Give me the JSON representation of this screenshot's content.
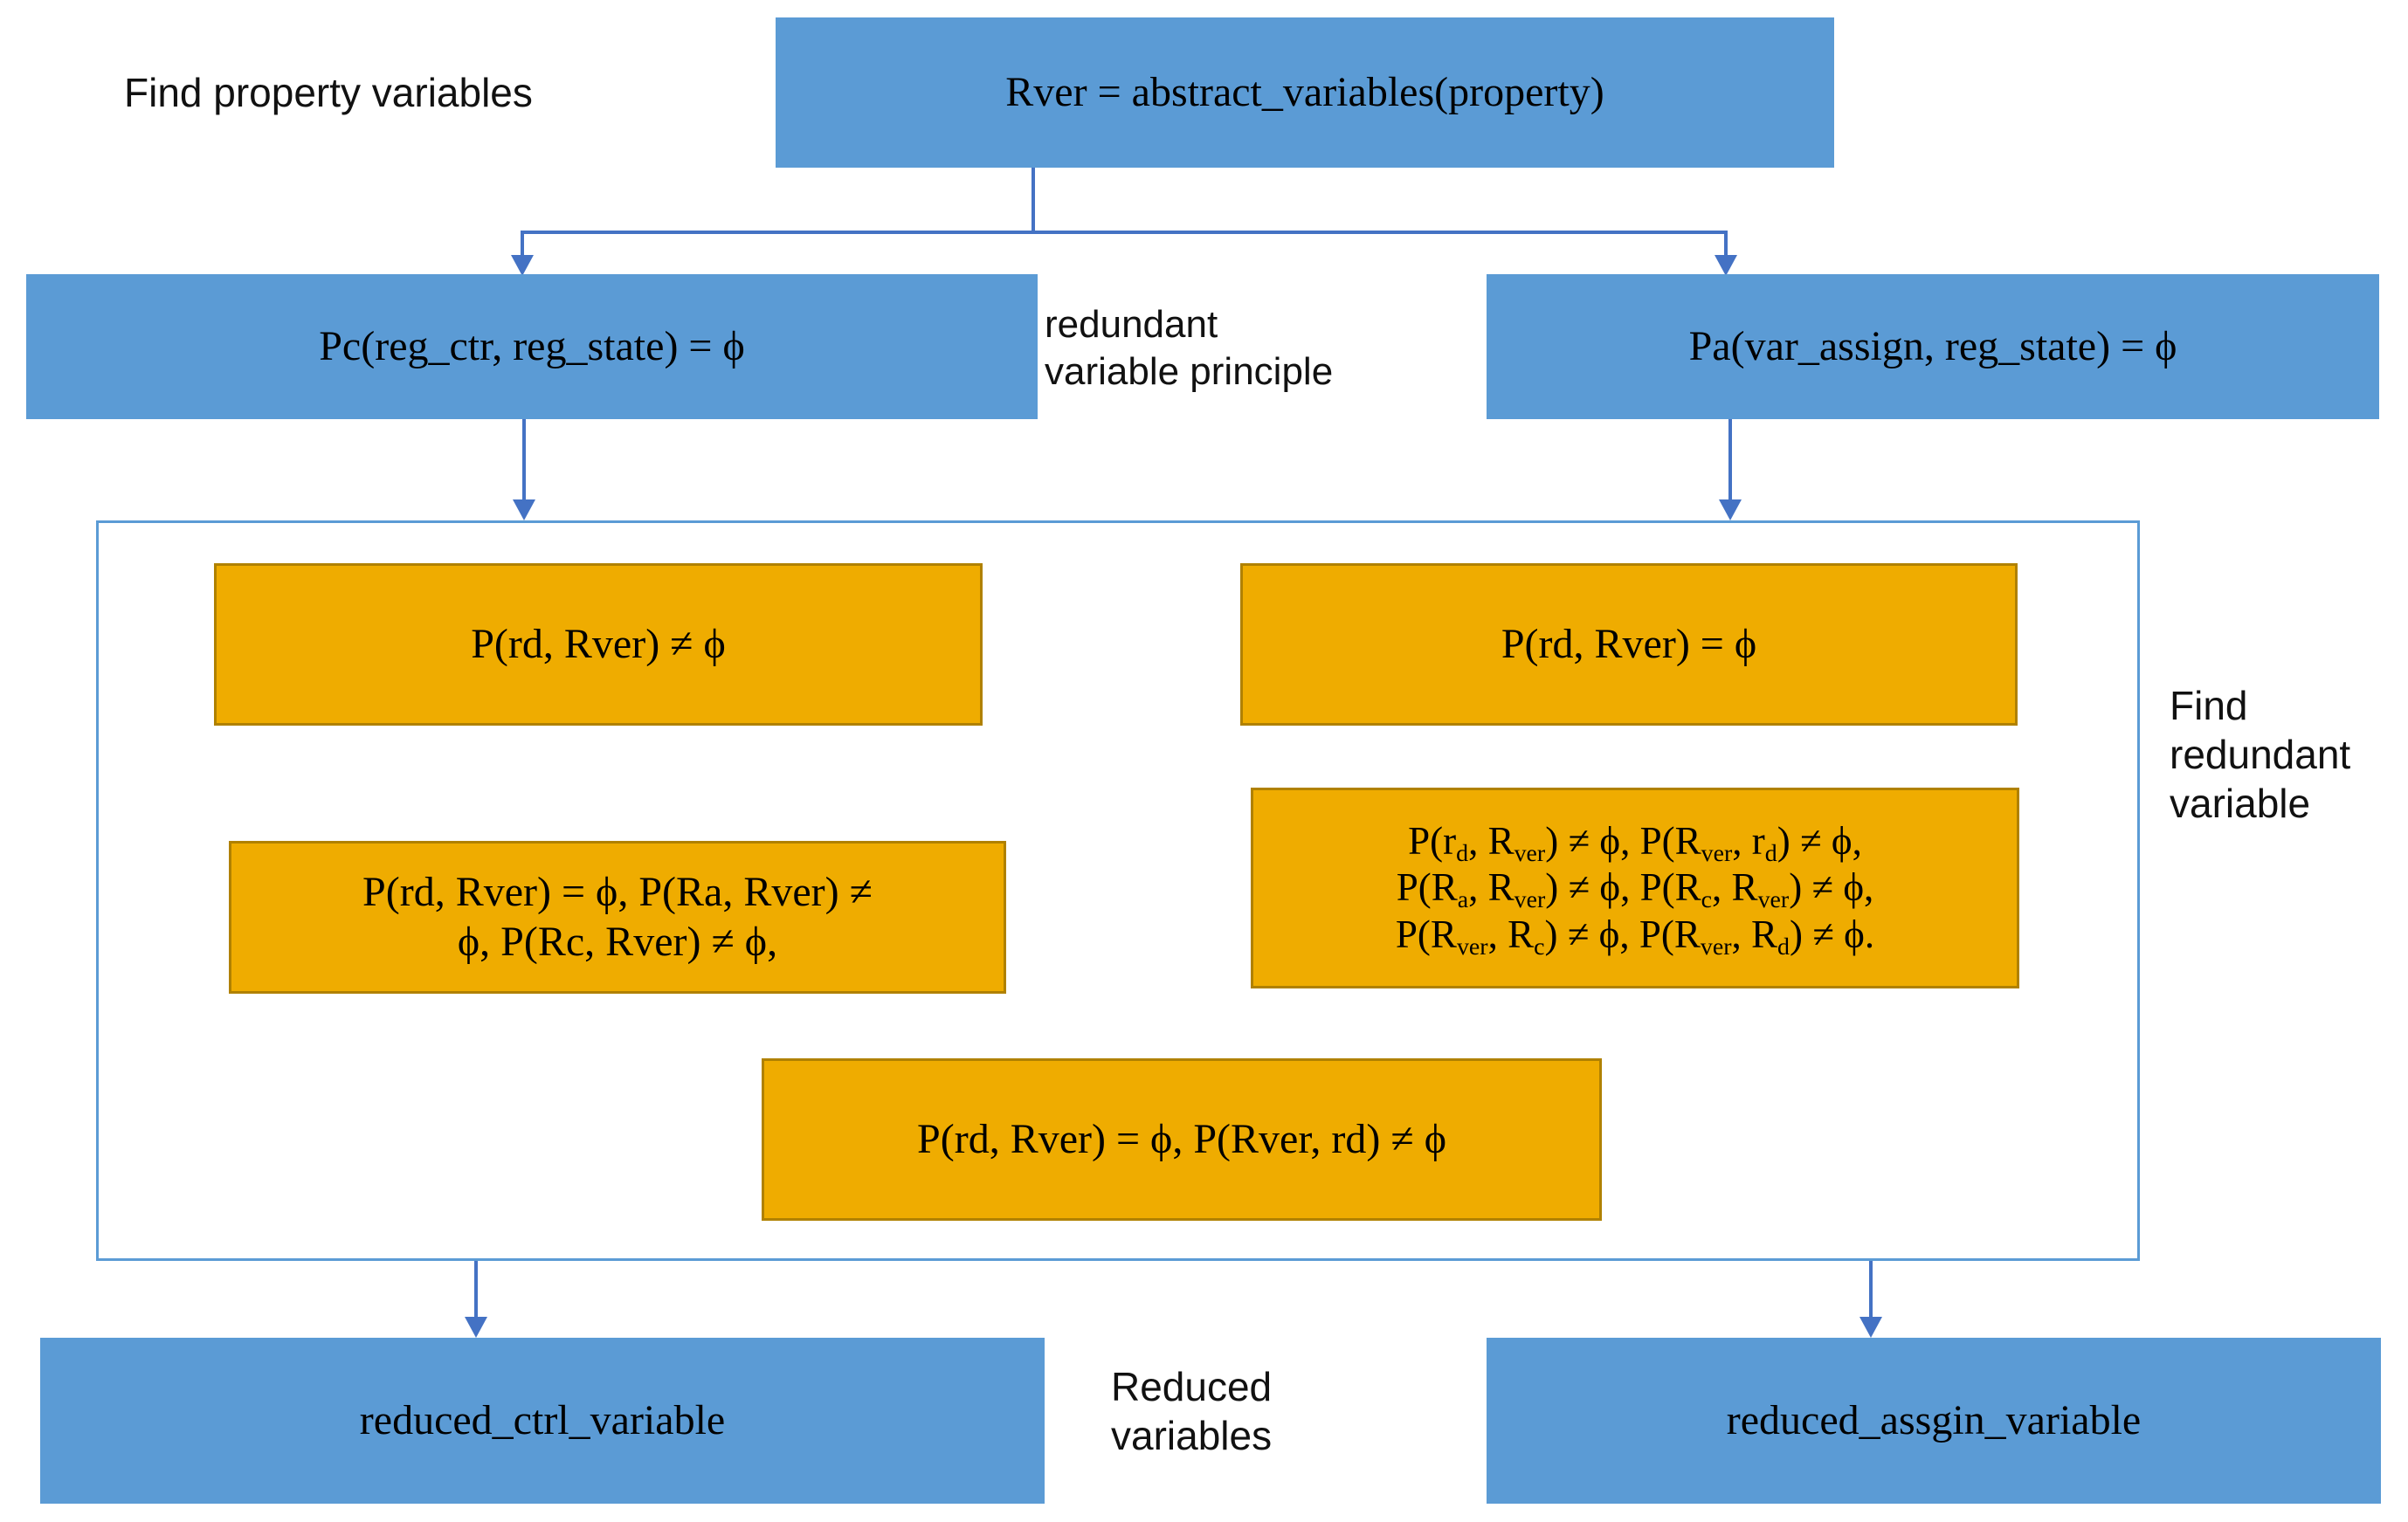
{
  "diagram": {
    "title_label": "Find property variables",
    "colors": {
      "box_blue": "#5B9BD5",
      "box_yellow": "#EFAC00",
      "yellow_border": "#B08100",
      "connector_blue": "#4472C4",
      "frame_blue": "#5B9BD5",
      "text": "#000000",
      "background": "#FFFFFF"
    },
    "captions": {
      "find_property_variables": "Find property variables",
      "redundant_variable_principle": "redundant\nvariable principle",
      "find_redundant_variable": "Find\nredundant\nvariable",
      "reduced_variables": "Reduced\nvariables"
    },
    "nodes": {
      "root": "Rver = abstract_variables(property)",
      "ctrl_condition": "Pc(reg_ctr, reg_state) = ϕ",
      "assign_condition": "Pa(var_assign, reg_state) = ϕ",
      "output_ctrl": "reduced_ctrl_variable",
      "output_assign": "reduced_assgin_variable"
    },
    "rules": {
      "left_rule_1": "P(rd, Rver) ≠ ϕ",
      "left_rule_2_line1": "P(rd, Rver) = ϕ, P(Ra, Rver) ≠",
      "left_rule_2_line2": "ϕ, P(Rc, Rver) ≠ ϕ,",
      "right_rule_1": "P(rd, Rver) = ϕ",
      "right_rule_2_line1_a": "P(r",
      "right_rule_2_line1_b": "d",
      "right_rule_2_line1_c": ", R",
      "right_rule_2_line1_d": "ver",
      "right_rule_2_line1_e": ") ≠ ϕ, P(R",
      "right_rule_2_line1_f": "ver",
      "right_rule_2_line1_g": ", r",
      "right_rule_2_line1_h": "d",
      "right_rule_2_line1_i": ") ≠ ϕ,",
      "right_rule_2_line2_a": "P(R",
      "right_rule_2_line2_b": "a",
      "right_rule_2_line2_c": ", R",
      "right_rule_2_line2_d": "ver",
      "right_rule_2_line2_e": ") ≠ ϕ, P(R",
      "right_rule_2_line2_f": "c",
      "right_rule_2_line2_g": ", R",
      "right_rule_2_line2_h": "ver",
      "right_rule_2_line2_i": ") ≠ ϕ,",
      "right_rule_2_line3_a": "P(R",
      "right_rule_2_line3_b": "ver",
      "right_rule_2_line3_c": ", R",
      "right_rule_2_line3_d": "c",
      "right_rule_2_line3_e": ") ≠ ϕ, P(R",
      "right_rule_2_line3_f": "ver",
      "right_rule_2_line3_g": ", R",
      "right_rule_2_line3_h": "d",
      "right_rule_2_line3_i": ") ≠ ϕ.",
      "center_rule": "P(rd, Rver) = ϕ, P(Rver, rd) ≠ ϕ"
    }
  }
}
